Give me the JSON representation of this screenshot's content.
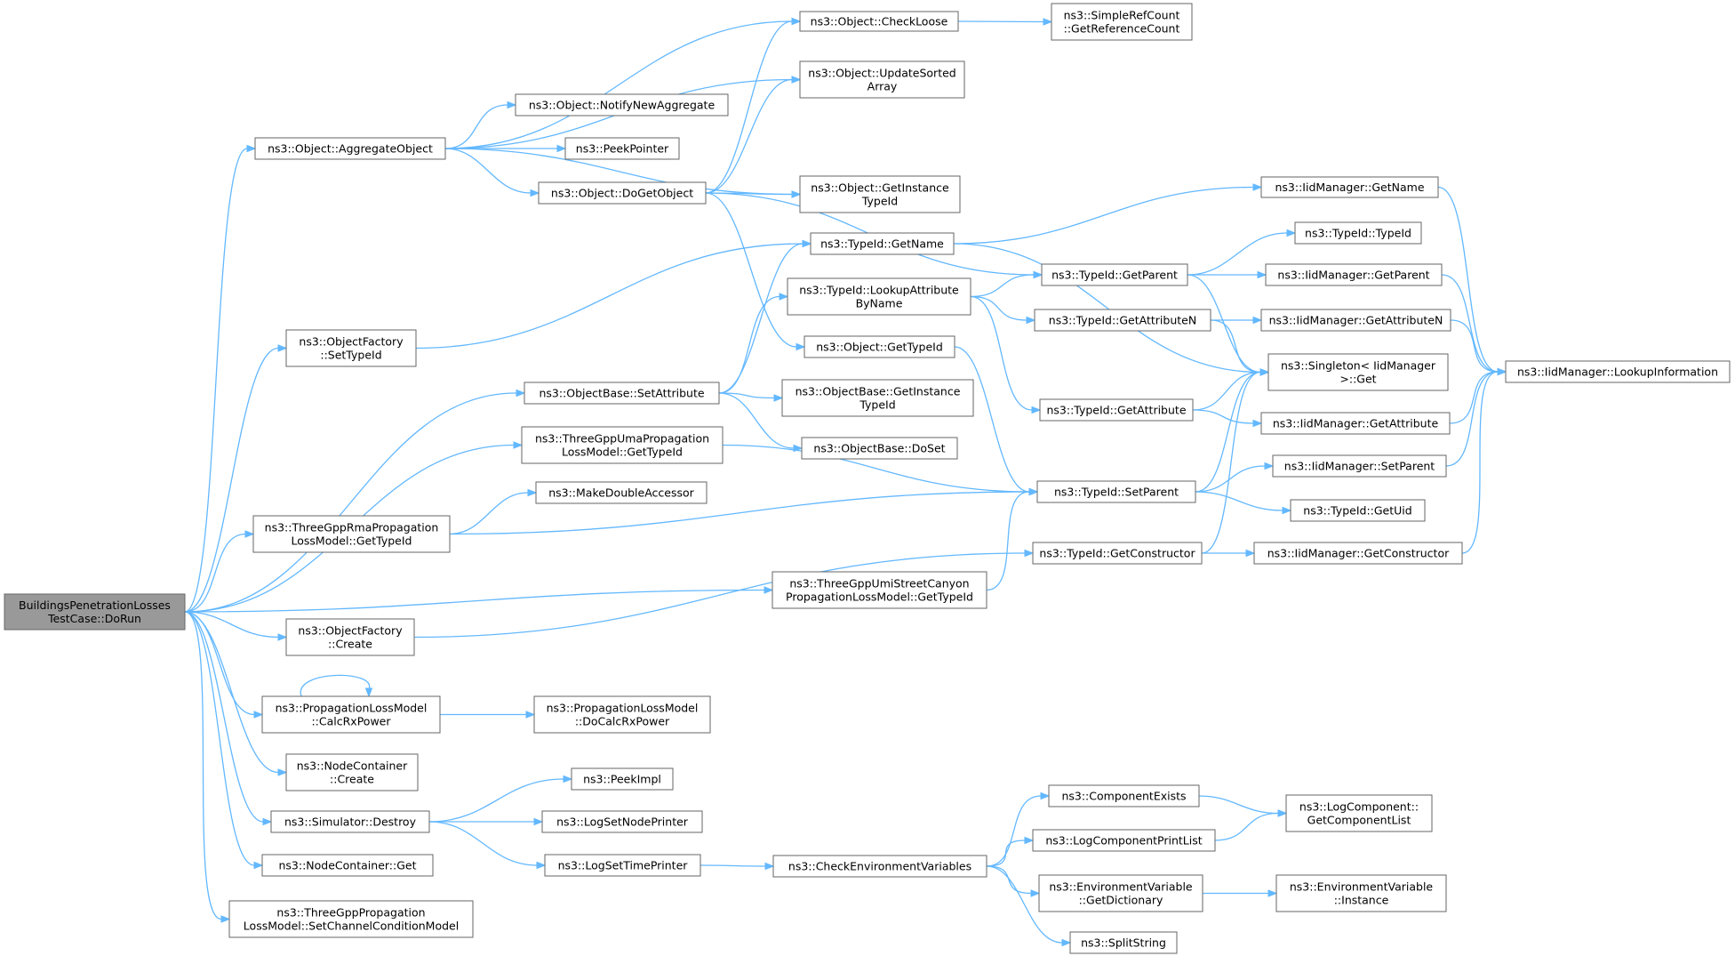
{
  "colors": {
    "edge": "#63b8ff",
    "node_border": "#666666",
    "root_fill": "#999999",
    "node_fill": "#ffffff"
  },
  "nodes": {
    "root": [
      "BuildingsPenetrationLosses",
      "TestCase::DoRun"
    ],
    "aggregate_object": [
      "ns3::Object::AggregateObject"
    ],
    "check_loose": [
      "ns3::Object::CheckLoose"
    ],
    "get_reference_count": [
      "ns3::SimpleRefCount",
      "::GetReferenceCount"
    ],
    "update_sorted_array": [
      "ns3::Object::UpdateSorted",
      "Array"
    ],
    "notify_new_aggregate": [
      "ns3::Object::NotifyNewAggregate"
    ],
    "peek_pointer": [
      "ns3::PeekPointer"
    ],
    "do_get_object": [
      "ns3::Object::DoGetObject"
    ],
    "object_get_instance_typeid": [
      "ns3::Object::GetInstance",
      "TypeId"
    ],
    "iid_get_name": [
      "ns3::IidManager::GetName"
    ],
    "typeid_get_name": [
      "ns3::TypeId::GetName"
    ],
    "typeid_typeid": [
      "ns3::TypeId::TypeId"
    ],
    "typeid_get_parent": [
      "ns3::TypeId::GetParent"
    ],
    "iid_get_parent": [
      "ns3::IidManager::GetParent"
    ],
    "lookup_attribute_by_name": [
      "ns3::TypeId::LookupAttribute",
      "ByName"
    ],
    "typeid_get_attribute_n": [
      "ns3::TypeId::GetAttributeN"
    ],
    "iid_get_attribute_n": [
      "ns3::IidManager::GetAttributeN"
    ],
    "object_factory_set_typeid": [
      "ns3::ObjectFactory",
      "::SetTypeId"
    ],
    "object_get_typeid": [
      "ns3::Object::GetTypeId"
    ],
    "singleton_get": [
      "ns3::Singleton< IidManager",
      ">::Get"
    ],
    "iid_lookup_information": [
      "ns3::IidManager::LookupInformation"
    ],
    "objectbase_set_attribute": [
      "ns3::ObjectBase::SetAttribute"
    ],
    "objectbase_get_instance_typeid": [
      "ns3::ObjectBase::GetInstance",
      "TypeId"
    ],
    "typeid_get_attribute": [
      "ns3::TypeId::GetAttribute"
    ],
    "iid_get_attribute": [
      "ns3::IidManager::GetAttribute"
    ],
    "uma_get_typeid": [
      "ns3::ThreeGppUmaPropagation",
      "LossModel::GetTypeId"
    ],
    "objectbase_doset": [
      "ns3::ObjectBase::DoSet"
    ],
    "make_double_accessor": [
      "ns3::MakeDoubleAccessor"
    ],
    "typeid_set_parent": [
      "ns3::TypeId::SetParent"
    ],
    "iid_set_parent": [
      "ns3::IidManager::SetParent"
    ],
    "rma_get_typeid": [
      "ns3::ThreeGppRmaPropagation",
      "LossModel::GetTypeId"
    ],
    "typeid_get_uid": [
      "ns3::TypeId::GetUid"
    ],
    "typeid_get_constructor": [
      "ns3::TypeId::GetConstructor"
    ],
    "iid_get_constructor": [
      "ns3::IidManager::GetConstructor"
    ],
    "umi_get_typeid": [
      "ns3::ThreeGppUmiStreetCanyon",
      "PropagationLossModel::GetTypeId"
    ],
    "object_factory_create": [
      "ns3::ObjectFactory",
      "::Create"
    ],
    "calc_rx_power": [
      "ns3::PropagationLossModel",
      "::CalcRxPower"
    ],
    "do_calc_rx_power": [
      "ns3::PropagationLossModel",
      "::DoCalcRxPower"
    ],
    "node_container_create": [
      "ns3::NodeContainer",
      "::Create"
    ],
    "peek_impl": [
      "ns3::PeekImpl"
    ],
    "component_exists": [
      "ns3::ComponentExists"
    ],
    "get_component_list": [
      "ns3::LogComponent::",
      "GetComponentList"
    ],
    "simulator_destroy": [
      "ns3::Simulator::Destroy"
    ],
    "log_set_node_printer": [
      "ns3::LogSetNodePrinter"
    ],
    "log_component_print_list": [
      "ns3::LogComponentPrintList"
    ],
    "log_set_time_printer": [
      "ns3::LogSetTimePrinter"
    ],
    "check_environment_variables": [
      "ns3::CheckEnvironmentVariables"
    ],
    "node_container_get": [
      "ns3::NodeContainer::Get"
    ],
    "env_get_dictionary": [
      "ns3::EnvironmentVariable",
      "::GetDictionary"
    ],
    "env_instance": [
      "ns3::EnvironmentVariable",
      "::Instance"
    ],
    "set_channel_condition_model": [
      "ns3::ThreeGppPropagation",
      "LossModel::SetChannelConditionModel"
    ],
    "split_string": [
      "ns3::SplitString"
    ]
  }
}
